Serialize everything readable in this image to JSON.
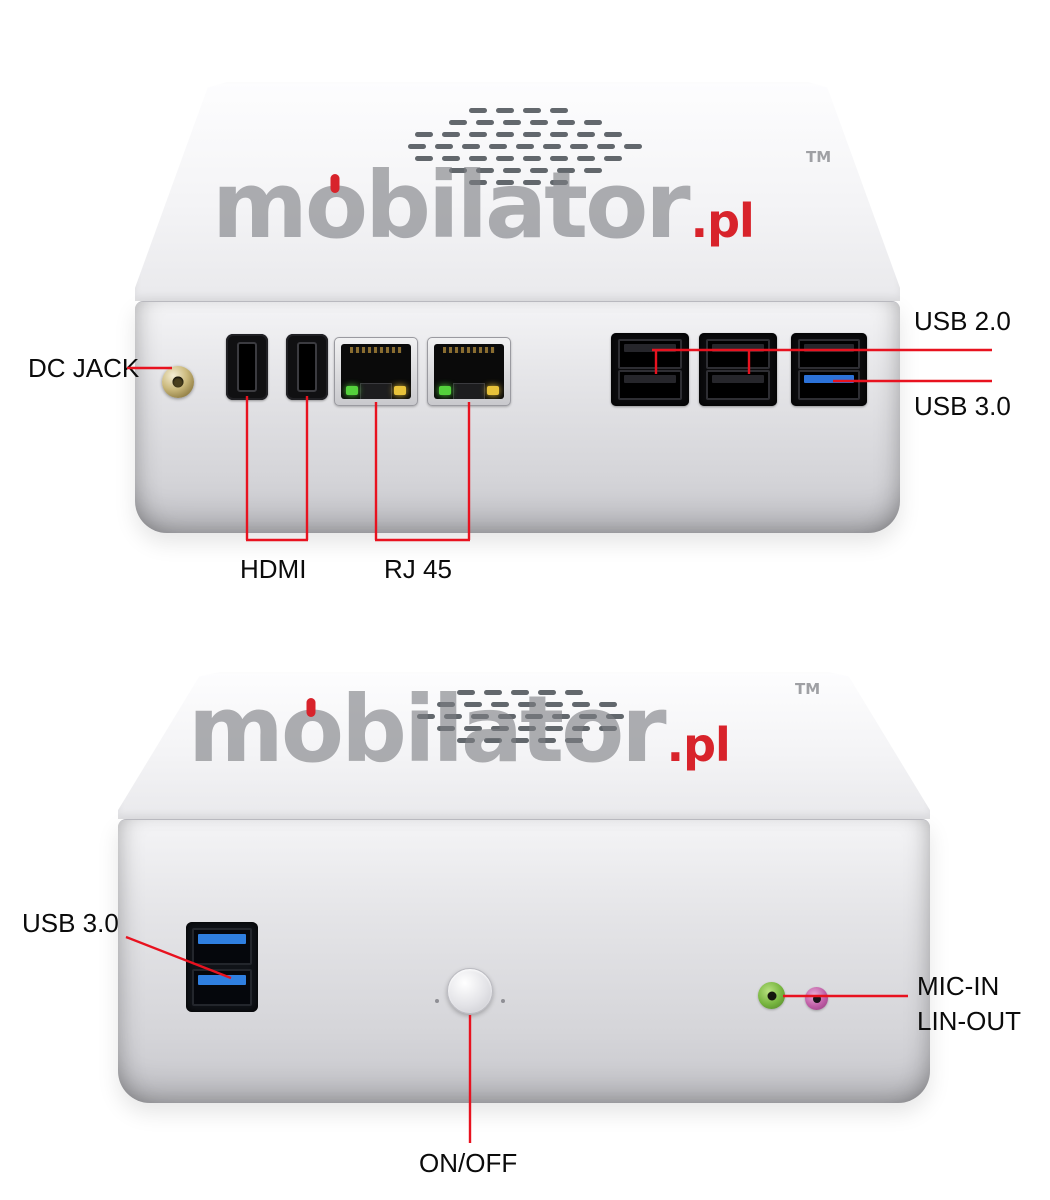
{
  "annotation_color": "#e8121f",
  "watermark": {
    "part1": "m",
    "o": "o",
    "part2": "bilator",
    "tld": ".pl",
    "tm": "TM"
  },
  "rear_view": {
    "labels": {
      "dc_jack": "DC JACK",
      "usb20": "USB 2.0",
      "usb30": "USB 3.0",
      "hdmi": "HDMI",
      "rj45": "RJ 45"
    }
  },
  "front_view": {
    "labels": {
      "usb30": "USB 3.0",
      "mic_in": "MIC-IN",
      "lin_out": "LIN-OUT",
      "on_off": "ON/OFF"
    }
  }
}
